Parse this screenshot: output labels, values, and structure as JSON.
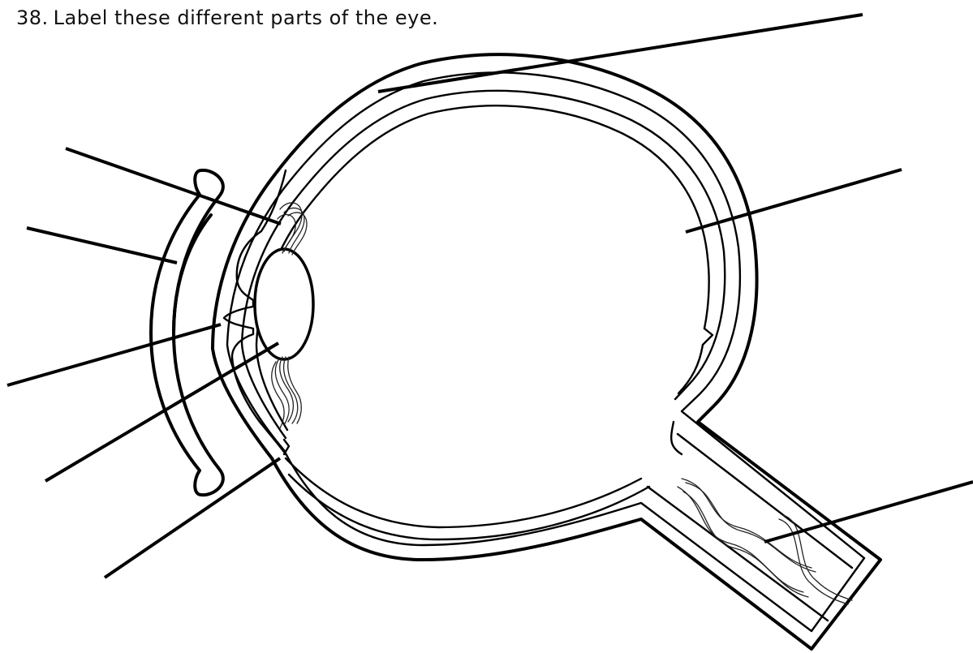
{
  "question": {
    "number": "38.",
    "text": "Label these different parts of the eye."
  },
  "diagram": {
    "label_count": 8,
    "stroke_color": "#000000",
    "background": "#ffffff"
  }
}
